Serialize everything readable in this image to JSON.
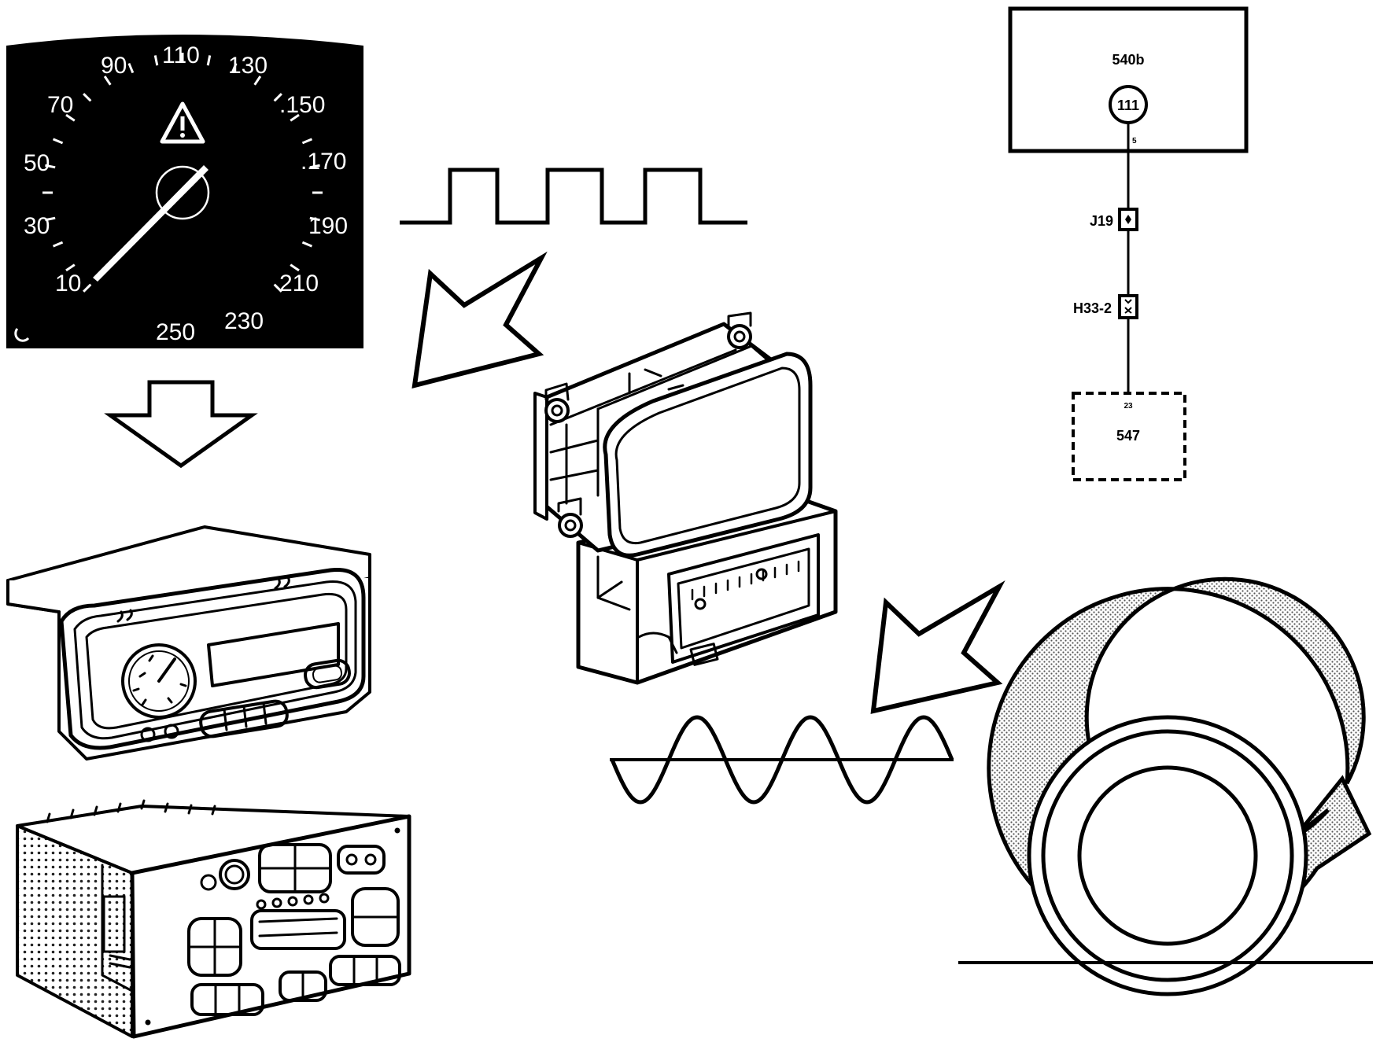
{
  "speedometer": {
    "labels": [
      "10",
      "30",
      "50",
      "70",
      "90",
      "110",
      "130",
      ".150",
      ".170",
      "190",
      "210",
      "230",
      "250"
    ],
    "warning_icon": "warning-triangle-icon",
    "colors": {
      "face": "#000000",
      "marking": "#ffffff"
    }
  },
  "wiring_diagram": {
    "module_top": {
      "label": "540b",
      "pin_circle": "111",
      "pin": "5"
    },
    "connector_1": {
      "label": "J19"
    },
    "connector_2": {
      "label": "H33-2"
    },
    "module_bottom": {
      "label": "547",
      "pin": "23"
    }
  },
  "signals": {
    "square_wave": "square-wave-icon",
    "sine_wave": "sine-wave-icon"
  },
  "flow_arrows": [
    "arrow-down-outline-icon",
    "arrow-up-right-outline-icon",
    "arrow-up-right-outline-icon"
  ],
  "devices": [
    "abs-control-unit",
    "instrument-cluster",
    "radio-unit",
    "wheel-rotation"
  ]
}
